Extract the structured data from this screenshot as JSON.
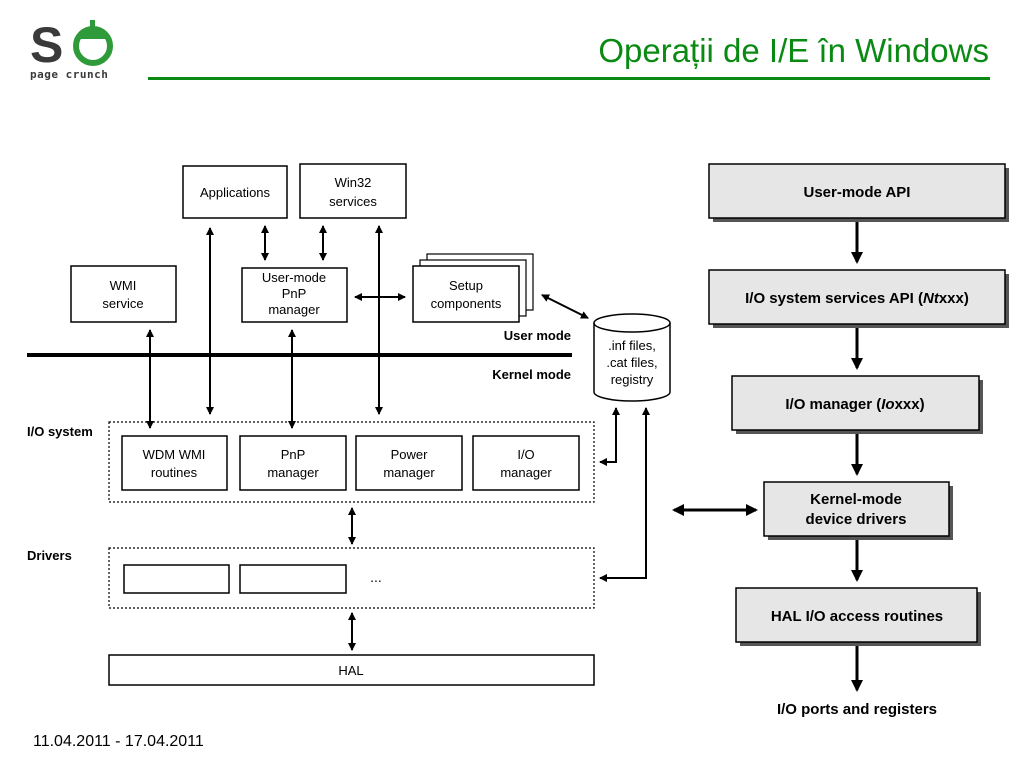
{
  "header": {
    "logo_name": "so-acorn-logo",
    "logo_text": "page crunch",
    "title": "Operații de I/E în Windows",
    "accent_color": "#0a8a12"
  },
  "footer": {
    "date_range": "11.04.2011 - 17.04.2011"
  },
  "left_diagram": {
    "applications": "Applications",
    "win32_services": [
      "Win32",
      "services"
    ],
    "wmi_service": [
      "WMI",
      "service"
    ],
    "usermode_pnp": [
      "User-mode",
      "PnP",
      "manager"
    ],
    "setup_components": [
      "Setup",
      "components"
    ],
    "inf_store": [
      ".inf files,",
      ".cat files,",
      "registry"
    ],
    "user_mode_label": "User mode",
    "kernel_mode_label": "Kernel mode",
    "io_system_label": "I/O system",
    "wdm_wmi": [
      "WDM WMI",
      "routines"
    ],
    "pnp_manager": [
      "PnP",
      "manager"
    ],
    "power_manager": [
      "Power",
      "manager"
    ],
    "io_manager": [
      "I/O",
      "manager"
    ],
    "drivers_label": "Drivers",
    "drivers_ellipsis": "...",
    "hal": "HAL"
  },
  "right_diagram": {
    "user_mode_api": "User-mode API",
    "io_services_api_prefix": "I/O system services API (",
    "io_services_api_italic": "Nt",
    "io_services_api_suffix": "xxx)",
    "io_manager_prefix": "I/O manager (",
    "io_manager_italic": "Io",
    "io_manager_suffix": "xxx)",
    "kernel_drivers": [
      "Kernel-mode",
      "device drivers"
    ],
    "hal_routines": "HAL I/O access routines",
    "ports_registers": "I/O ports and registers"
  }
}
